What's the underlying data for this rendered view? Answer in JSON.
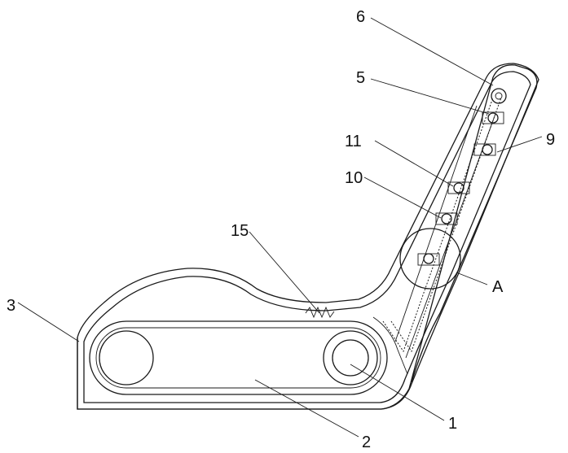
{
  "labels": {
    "l1": "1",
    "l2": "2",
    "l3": "3",
    "l5": "5",
    "l6": "6",
    "l9": "9",
    "l10": "10",
    "l11": "11",
    "l15": "15",
    "lA": "A"
  },
  "colors": {
    "stroke": "#1a1a1a",
    "hatch": "#555555",
    "background": "#ffffff"
  }
}
